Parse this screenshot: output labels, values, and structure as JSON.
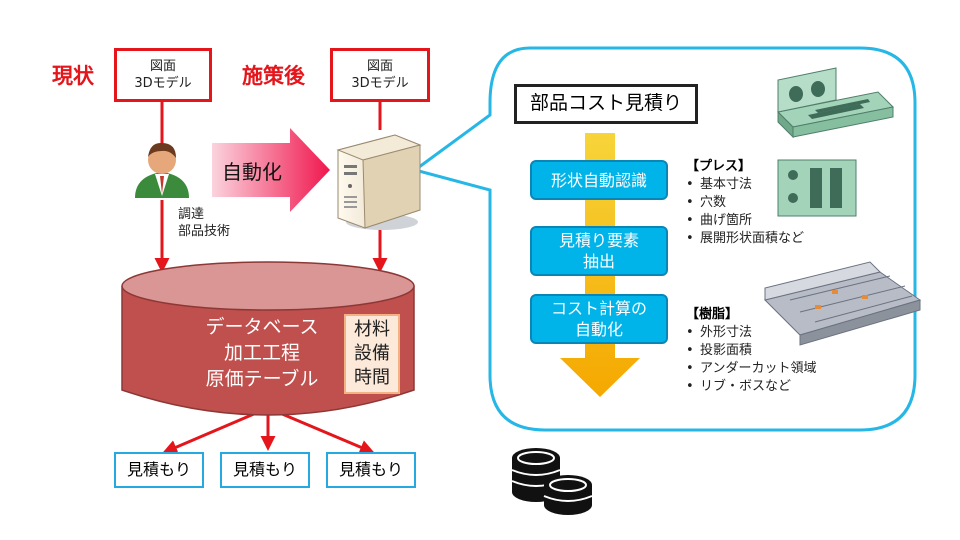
{
  "labels": {
    "current": "現状",
    "after": "施策後",
    "automation": "自動化"
  },
  "doc_left": {
    "line1": "図面",
    "line2": "3Dモデル"
  },
  "doc_right": {
    "line1": "図面",
    "line2": "3Dモデル"
  },
  "person_label": {
    "line1": "調達",
    "line2": "部品技術"
  },
  "database": {
    "line1": "データベース",
    "line2": "加工工程",
    "line3": "原価テーブル",
    "side": [
      "材料",
      "設備",
      "時間"
    ]
  },
  "quotes": [
    "見積もり",
    "見積もり",
    "見積もり"
  ],
  "callout": {
    "title": "部品コスト見積り",
    "steps": [
      {
        "line1": "形状自動認識",
        "line2": ""
      },
      {
        "line1": "見積り要素",
        "line2": "抽出"
      },
      {
        "line1": "コスト計算の",
        "line2": "自動化"
      }
    ],
    "press": {
      "heading": "【プレス】",
      "items": [
        "基本寸法",
        "穴数",
        "曲げ箇所",
        "展開形状面積など"
      ]
    },
    "resin": {
      "heading": "【樹脂】",
      "items": [
        "外形寸法",
        "投影面積",
        "アンダーカット領域",
        "リブ・ボスなど"
      ]
    }
  },
  "colors": {
    "red": "#e4161c",
    "cyan": "#00b4ea",
    "db": "#c0504d",
    "arrow_gold": "#f5b800"
  }
}
